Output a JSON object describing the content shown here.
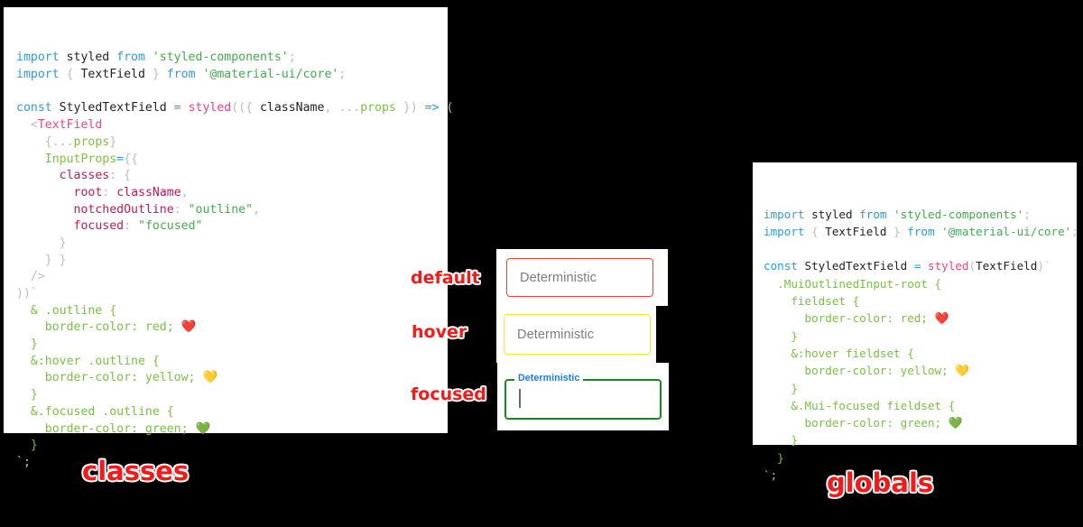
{
  "panels": {
    "classes": {
      "caption": "classes",
      "lines": [
        [
          {
            "t": "import ",
            "c": "kw"
          },
          {
            "t": "styled",
            "c": "pln"
          },
          {
            "t": " from ",
            "c": "kw"
          },
          {
            "t": "'styled-components'",
            "c": "str"
          },
          {
            "t": ";",
            "c": "punc"
          }
        ],
        [
          {
            "t": "import ",
            "c": "kw"
          },
          {
            "t": "{",
            "c": "punc"
          },
          {
            "t": " TextField ",
            "c": "pln"
          },
          {
            "t": "}",
            "c": "punc"
          },
          {
            "t": " from ",
            "c": "kw"
          },
          {
            "t": "'@material-ui/core'",
            "c": "str"
          },
          {
            "t": ";",
            "c": "punc"
          }
        ],
        [],
        [
          {
            "t": "const ",
            "c": "kw"
          },
          {
            "t": "StyledTextField",
            "c": "pln"
          },
          {
            "t": " = ",
            "c": "op"
          },
          {
            "t": "styled",
            "c": "fn"
          },
          {
            "t": "((",
            "c": "punc"
          },
          {
            "t": "{ ",
            "c": "punc"
          },
          {
            "t": "className",
            "c": "pln"
          },
          {
            "t": ", ",
            "c": "punc"
          },
          {
            "t": "...",
            "c": "punc"
          },
          {
            "t": "props",
            "c": "attr"
          },
          {
            "t": " }",
            "c": "punc"
          },
          {
            "t": ") ",
            "c": "punc"
          },
          {
            "t": "=> ",
            "c": "op"
          },
          {
            "t": "(",
            "c": "punc"
          }
        ],
        [
          {
            "t": "  <",
            "c": "punc"
          },
          {
            "t": "TextField",
            "c": "tag"
          }
        ],
        [
          {
            "t": "    {",
            "c": "punc"
          },
          {
            "t": "...",
            "c": "punc"
          },
          {
            "t": "props",
            "c": "attr"
          },
          {
            "t": "}",
            "c": "punc"
          }
        ],
        [
          {
            "t": "    ",
            "c": "pln"
          },
          {
            "t": "InputProps",
            "c": "attr"
          },
          {
            "t": "=",
            "c": "op"
          },
          {
            "t": "{{",
            "c": "punc"
          }
        ],
        [
          {
            "t": "      ",
            "c": "pln"
          },
          {
            "t": "classes",
            "c": "prop"
          },
          {
            "t": ": ",
            "c": "punc"
          },
          {
            "t": "{",
            "c": "punc"
          }
        ],
        [
          {
            "t": "        ",
            "c": "pln"
          },
          {
            "t": "root",
            "c": "prop"
          },
          {
            "t": ": ",
            "c": "punc"
          },
          {
            "t": "className",
            "c": "prop"
          },
          {
            "t": ",",
            "c": "punc"
          }
        ],
        [
          {
            "t": "        ",
            "c": "pln"
          },
          {
            "t": "notchedOutline",
            "c": "prop"
          },
          {
            "t": ": ",
            "c": "punc"
          },
          {
            "t": "\"outline\"",
            "c": "str"
          },
          {
            "t": ",",
            "c": "punc"
          }
        ],
        [
          {
            "t": "        ",
            "c": "pln"
          },
          {
            "t": "focused",
            "c": "prop"
          },
          {
            "t": ": ",
            "c": "punc"
          },
          {
            "t": "\"focused\"",
            "c": "str"
          }
        ],
        [
          {
            "t": "      }",
            "c": "punc"
          }
        ],
        [
          {
            "t": "    } }",
            "c": "punc"
          }
        ],
        [
          {
            "t": "  />",
            "c": "punc"
          }
        ],
        [
          {
            "t": "))`",
            "c": "punc"
          }
        ],
        [
          {
            "t": "  & .outline {",
            "c": "sel"
          }
        ],
        [
          {
            "t": "    border-color: red; ",
            "c": "sel"
          },
          {
            "t": "❤️",
            "c": "emoji"
          }
        ],
        [
          {
            "t": "  }",
            "c": "sel"
          }
        ],
        [
          {
            "t": "  &:hover .outline {",
            "c": "sel"
          }
        ],
        [
          {
            "t": "    border-color: yellow; ",
            "c": "sel"
          },
          {
            "t": "💛",
            "c": "emoji"
          }
        ],
        [
          {
            "t": "  }",
            "c": "sel"
          }
        ],
        [
          {
            "t": "  &.focused .outline {",
            "c": "sel"
          }
        ],
        [
          {
            "t": "    border-color: green; ",
            "c": "sel"
          },
          {
            "t": "💚",
            "c": "emoji"
          }
        ],
        [
          {
            "t": "  }",
            "c": "sel"
          }
        ],
        [
          {
            "t": "`;",
            "c": "punc"
          }
        ]
      ]
    },
    "globals": {
      "caption": "globals",
      "lines": [
        [
          {
            "t": "import ",
            "c": "kw"
          },
          {
            "t": "styled",
            "c": "pln"
          },
          {
            "t": " from ",
            "c": "kw"
          },
          {
            "t": "'styled-components'",
            "c": "str"
          },
          {
            "t": ";",
            "c": "punc"
          }
        ],
        [
          {
            "t": "import ",
            "c": "kw"
          },
          {
            "t": "{",
            "c": "punc"
          },
          {
            "t": " TextField ",
            "c": "pln"
          },
          {
            "t": "}",
            "c": "punc"
          },
          {
            "t": " from ",
            "c": "kw"
          },
          {
            "t": "'@material-ui/core'",
            "c": "str"
          },
          {
            "t": ";",
            "c": "punc"
          }
        ],
        [],
        [
          {
            "t": "const ",
            "c": "kw"
          },
          {
            "t": "StyledTextField",
            "c": "pln"
          },
          {
            "t": " = ",
            "c": "op"
          },
          {
            "t": "styled",
            "c": "fn"
          },
          {
            "t": "(",
            "c": "punc"
          },
          {
            "t": "TextField",
            "c": "pln"
          },
          {
            "t": ")`",
            "c": "punc"
          }
        ],
        [
          {
            "t": "  .MuiOutlinedInput-root {",
            "c": "sel"
          }
        ],
        [
          {
            "t": "    fieldset {",
            "c": "sel"
          }
        ],
        [
          {
            "t": "      border-color: red; ",
            "c": "sel"
          },
          {
            "t": "❤️",
            "c": "emoji"
          }
        ],
        [
          {
            "t": "    }",
            "c": "sel"
          }
        ],
        [
          {
            "t": "    &:hover fieldset {",
            "c": "sel"
          }
        ],
        [
          {
            "t": "      border-color: yellow; ",
            "c": "sel"
          },
          {
            "t": "💛",
            "c": "emoji"
          }
        ],
        [
          {
            "t": "    }",
            "c": "sel"
          }
        ],
        [
          {
            "t": "    &.Mui-focused fieldset {",
            "c": "sel"
          }
        ],
        [
          {
            "t": "      border-color: green; ",
            "c": "sel"
          },
          {
            "t": "💚",
            "c": "emoji"
          }
        ],
        [
          {
            "t": "    }",
            "c": "sel"
          }
        ],
        [
          {
            "t": "  }",
            "c": "sel"
          }
        ],
        [
          {
            "t": "`;",
            "c": "punc"
          }
        ]
      ]
    }
  },
  "annotations": {
    "default": "default",
    "hover": "hover",
    "focused": "focused"
  },
  "textfields": {
    "default": {
      "value": "Deterministic",
      "border_color": "#f44336",
      "state": "default"
    },
    "hover": {
      "value": "Deterministic",
      "border_color": "#f5e832",
      "state": "hover"
    },
    "focused": {
      "label": "Deterministic",
      "value": "",
      "border_color": "#128c1e",
      "label_color": "#1f7ae0",
      "state": "focused"
    }
  },
  "colors": {
    "background": "#000000",
    "panel": "#ffffff",
    "annotation": "#f41a1a"
  }
}
